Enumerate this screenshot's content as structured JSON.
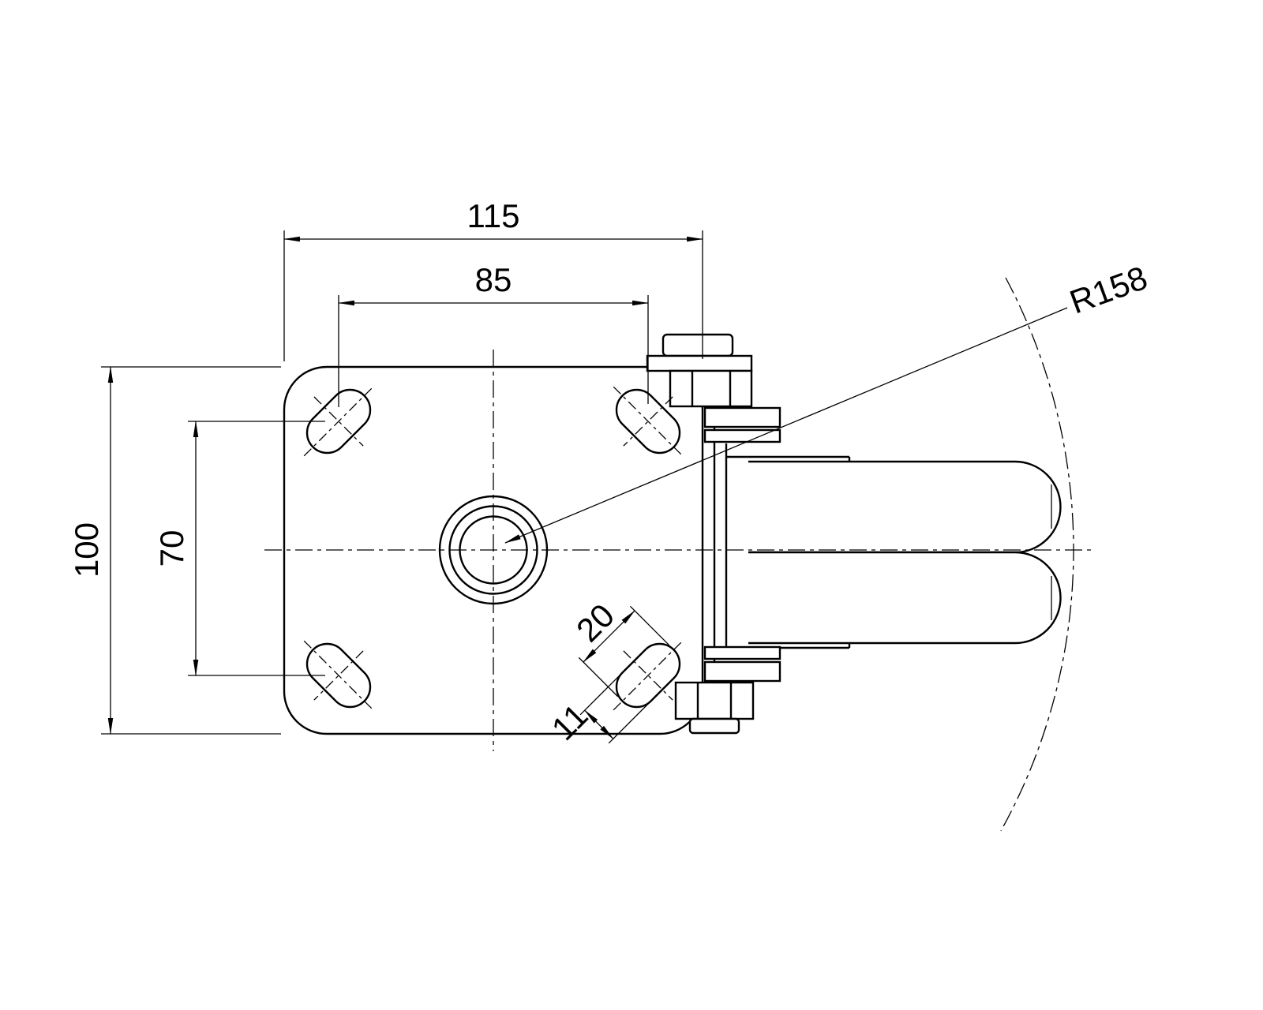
{
  "page": {
    "background_color": "#ffffff",
    "line_color": "#000000"
  },
  "drawing": {
    "type": "technical-drawing",
    "view": "swivel-caster-top-view",
    "labels": {
      "plate_width": "115",
      "hole_spacing_x": "85",
      "plate_depth": "100",
      "hole_spacing_y": "70",
      "slot_length": "20",
      "slot_width": "11",
      "swivel_radius": "R158"
    }
  }
}
